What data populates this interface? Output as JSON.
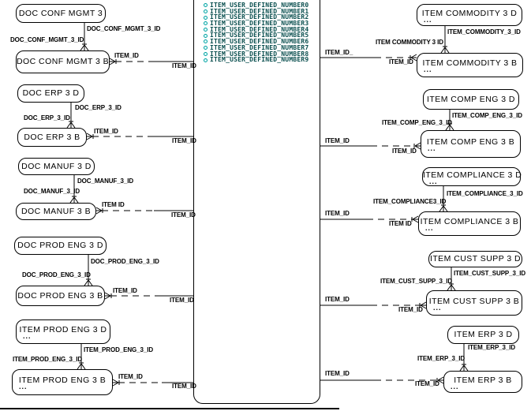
{
  "colors": {
    "background": "#ffffff",
    "line": "#000000",
    "box_border": "#000000",
    "box_fill": "#ffffff",
    "attribute_text": "#0a4f4f",
    "attribute_icon": "#00a0a0"
  },
  "center_entity": {
    "fields": [
      "ITEM_USER_DEFINED_NUMBER0",
      "ITEM_USER_DEFINED_NUMBER1",
      "ITEM_USER_DEFINED_NUMBER2",
      "ITEM_USER_DEFINED_NUMBER3",
      "ITEM_USER_DEFINED_NUMBER4",
      "ITEM_USER_DEFINED_NUMBER5",
      "ITEM_USER_DEFINED_NUMBER6",
      "ITEM_USER_DEFINED_NUMBER7",
      "ITEM_USER_DEFINED_NUMBER8",
      "ITEM_USER_DEFINED_NUMBER9"
    ]
  },
  "left_pairs": [
    {
      "parent_title": "DOC CONF MGMT 3",
      "parent_dots": "",
      "child_title": "DOC CONF MGMT 3 B",
      "child_dots": "",
      "fk_label_upper": "DOC_CONF_MGMT_3_ID",
      "fk_label_lower": "DOC_CONF_MGMT_3_ID",
      "item_id_near": "ITEM_ID",
      "item_id_far": "ITEM_ID"
    },
    {
      "parent_title": "DOC ERP 3 D",
      "parent_dots": "",
      "child_title": "DOC ERP 3 B",
      "child_dots": "",
      "fk_label_upper": "DOC_ERP_3_ID",
      "fk_label_lower": "DOC_ERP_3_ID",
      "item_id_near": "ITEM_ID",
      "item_id_far": "ITEM_ID"
    },
    {
      "parent_title": "DOC MANUF 3 D",
      "parent_dots": "",
      "child_title": "DOC MANUF 3 B",
      "child_dots": "",
      "fk_label_upper": "DOC_MANUF_3_ID",
      "fk_label_lower": "DOC_MANUF_3_ID",
      "item_id_near": "ITEM ID",
      "item_id_far": "ITEM_ID"
    },
    {
      "parent_title": "DOC PROD ENG 3 D",
      "parent_dots": "",
      "child_title": "DOC PROD ENG 3 B",
      "child_dots": "",
      "fk_label_upper": "DOC_PROD_ENG_3_ID",
      "fk_label_lower": "DOC_PROD_ENG_3_ID",
      "item_id_near": "ITEM_ID",
      "item_id_far": "ITEM_ID"
    },
    {
      "parent_title": "ITEM PROD ENG 3 D",
      "parent_dots": "...",
      "child_title": "ITEM PROD ENG 3 B",
      "child_dots": "...",
      "fk_label_upper": "ITEM_PROD_ENG_3_ID",
      "fk_label_lower": "ITEM_PROD_ENG_3_ID",
      "item_id_near": "ITEM_ID",
      "item_id_far": "ITEM_ID"
    }
  ],
  "right_pairs": [
    {
      "parent_title": "ITEM COMMODITY 3 D",
      "parent_dots": "...",
      "child_title": "ITEM COMMODITY 3 B",
      "child_dots": "...",
      "fk_label_upper": "ITEM_COMMODITY_3_ID",
      "fk_label_lower": "ITEM COMMODITY 3 ID",
      "item_id_near": "ITEM_ID_",
      "item_id_far": "ITEM_ID"
    },
    {
      "parent_title": "ITEM COMP ENG 3 D",
      "parent_dots": "",
      "child_title": "ITEM COMP ENG 3 B",
      "child_dots": "...",
      "fk_label_upper": "ITEM_COMP_ENG_3_ID",
      "fk_label_lower": "ITEM_COMP_ENG_3_ID",
      "item_id_near": "ITEM_ID",
      "item_id_far": "ITEM_ID"
    },
    {
      "parent_title": "ITEM COMPLIANCE 3 D",
      "parent_dots": "...",
      "child_title": "ITEM COMPLIANCE 3 B",
      "child_dots": "...",
      "fk_label_upper": "ITEM_COMPLIANCE_3_ID",
      "fk_label_lower": "ITEM_COMPLIANCE3_ID",
      "item_id_near": "ITEM_ID",
      "item_id_far": "ITEM ID"
    },
    {
      "parent_title": "ITEM CUST SUPP 3 D",
      "parent_dots": "",
      "child_title": "ITEM CUST SUPP 3 B",
      "child_dots": "...",
      "fk_label_upper": "ITEM_CUST_SUPP_3_ID",
      "fk_label_lower": "ITEM_CUST_SUPP_3_ID",
      "item_id_near": "ITEM_ID",
      "item_id_far": "ITEM_ID"
    },
    {
      "parent_title": "ITEM ERP 3 D",
      "parent_dots": "",
      "child_title": "ITEM ERP 3 B",
      "child_dots": "...",
      "fk_label_upper": "ITEM_ERP_3_ID",
      "fk_label_lower": "ITEM_ERP_3_ID",
      "item_id_near": "ITEM_ID",
      "item_id_far": "ITEM_ID"
    }
  ]
}
